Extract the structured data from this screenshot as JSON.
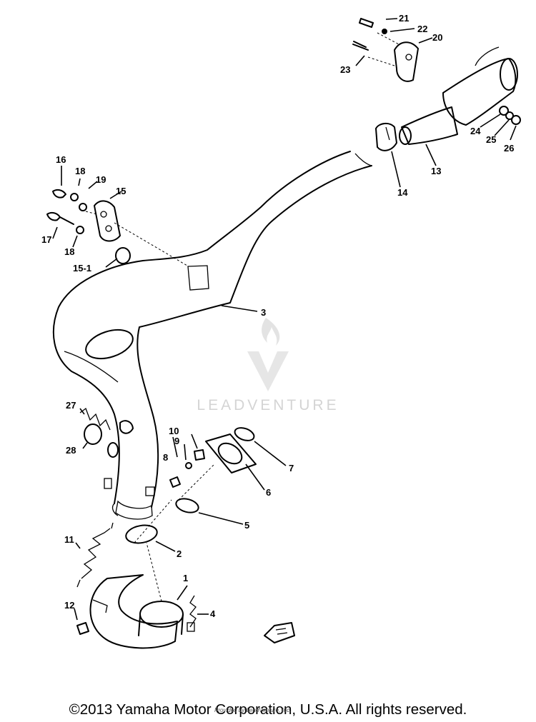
{
  "callouts": {
    "c1": "1",
    "c2": "2",
    "c3": "3",
    "c4": "4",
    "c5": "5",
    "c6": "6",
    "c7": "7",
    "c8": "8",
    "c9": "9",
    "c10": "10",
    "c11": "11",
    "c12": "12",
    "c13": "13",
    "c14": "14",
    "c15": "15",
    "c15_1": "15-1",
    "c16": "16",
    "c17": "17",
    "c18a": "18",
    "c18b": "18",
    "c19": "19",
    "c20": "20",
    "c21": "21",
    "c22": "22",
    "c23": "23",
    "c24": "24",
    "c25": "25",
    "c26": "26",
    "c27": "27",
    "c28": "28"
  },
  "watermark": {
    "text": "LEADVENTURE"
  },
  "footer": {
    "copyright": "©2013 Yamaha Motor Corporation, U.S.A. All rights reserved.",
    "credit": "Provided by LeadVenture, Inc."
  }
}
